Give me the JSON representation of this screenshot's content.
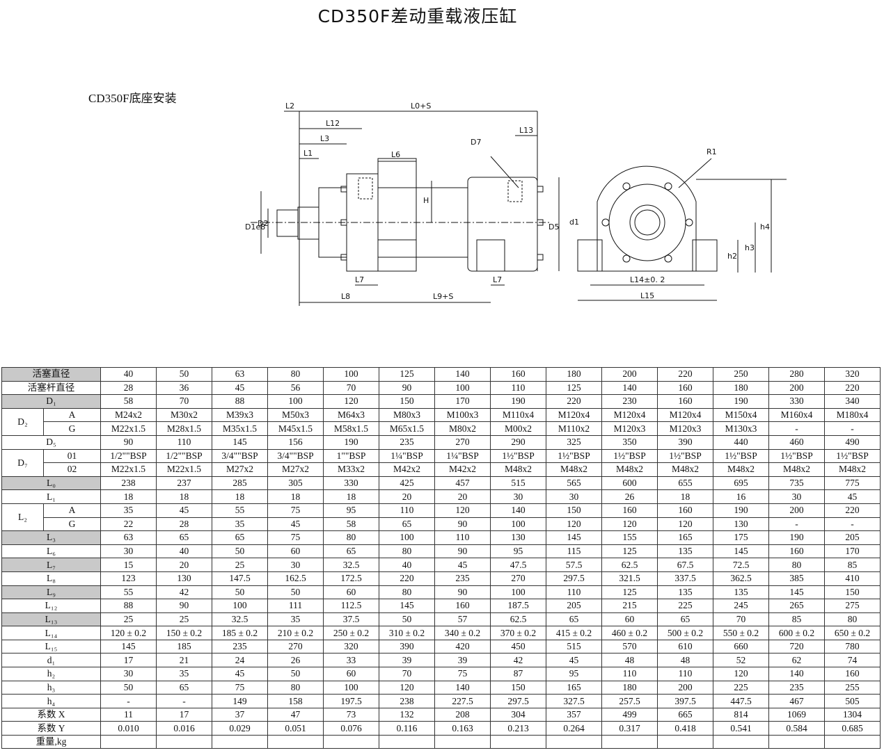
{
  "title": "CD350F差动重载液压缸",
  "subtitle": "CD350F底座安装",
  "drawing": {
    "labels": {
      "L2": "L2",
      "L0S": "L0+S",
      "L12": "L12",
      "L13": "L13",
      "L3": "L3",
      "L1": "L1",
      "L6": "L6",
      "D7": "D7",
      "R1": "R1",
      "H": "H",
      "D1e8": "D1e8",
      "D2": "D2",
      "D5": "D5",
      "d1": "d1",
      "h4": "h4",
      "h3": "h3",
      "h2": "h2",
      "L7a": "L7",
      "L7b": "L7",
      "L8": "L8",
      "L9S": "L9+S",
      "L14": "L14±0. 2",
      "L15": "L15"
    }
  },
  "columns": [
    "40",
    "50",
    "63",
    "80",
    "100",
    "125",
    "140",
    "160",
    "180",
    "200",
    "220",
    "250",
    "280",
    "320"
  ],
  "rows": [
    {
      "label": "活塞直径",
      "sub": "",
      "shade": true,
      "values": [
        "40",
        "50",
        "63",
        "80",
        "100",
        "125",
        "140",
        "160",
        "180",
        "200",
        "220",
        "250",
        "280",
        "320"
      ]
    },
    {
      "label": "活塞杆直径",
      "sub": "",
      "shade": false,
      "values": [
        "28",
        "36",
        "45",
        "56",
        "70",
        "90",
        "100",
        "110",
        "125",
        "140",
        "160",
        "180",
        "200",
        "220"
      ]
    },
    {
      "label": "D₁",
      "sub": "",
      "shade": true,
      "values": [
        "58",
        "70",
        "88",
        "100",
        "120",
        "150",
        "170",
        "190",
        "220",
        "230",
        "160",
        "190",
        "330",
        "340"
      ]
    },
    {
      "label": "D₂",
      "sub": "A",
      "shade": false,
      "values": [
        "M24x2",
        "M30x2",
        "M39x3",
        "M50x3",
        "M64x3",
        "M80x3",
        "M100x3",
        "M110x4",
        "M120x4",
        "M120x4",
        "M120x4",
        "M150x4",
        "M160x4",
        "M180x4"
      ]
    },
    {
      "label": "",
      "sub": "G",
      "shade": false,
      "values": [
        "M22x1.5",
        "M28x1.5",
        "M35x1.5",
        "M45x1.5",
        "M58x1.5",
        "M65x1.5",
        "M80x2",
        "M00x2",
        "M110x2",
        "M120x3",
        "M120x3",
        "M130x3",
        "-",
        "-"
      ]
    },
    {
      "label": "D₅",
      "sub": "",
      "shade": false,
      "values": [
        "90",
        "110",
        "145",
        "156",
        "190",
        "235",
        "270",
        "290",
        "325",
        "350",
        "390",
        "440",
        "460",
        "490"
      ]
    },
    {
      "label": "D₇",
      "sub": "01",
      "shade": false,
      "values": [
        "1/2\"\"BSP",
        "1/2\"\"BSP",
        "3/4\"\"BSP",
        "3/4\"\"BSP",
        "1\"\"BSP",
        "1¼\"BSP",
        "1¼\"BSP",
        "1½\"BSP",
        "1½\"BSP",
        "1½\"BSP",
        "1½\"BSP",
        "1½\"BSP",
        "1½\"BSP",
        "1½\"BSP"
      ]
    },
    {
      "label": "",
      "sub": "02",
      "shade": false,
      "values": [
        "M22x1.5",
        "M22x1.5",
        "M27x2",
        "M27x2",
        "M33x2",
        "M42x2",
        "M42x2",
        "M48x2",
        "M48x2",
        "M48x2",
        "M48x2",
        "M48x2",
        "M48x2",
        "M48x2"
      ]
    },
    {
      "label": "L₀",
      "sub": "",
      "shade": true,
      "values": [
        "238",
        "237",
        "285",
        "305",
        "330",
        "425",
        "457",
        "515",
        "565",
        "600",
        "655",
        "695",
        "735",
        "775"
      ]
    },
    {
      "label": "L₁",
      "sub": "",
      "shade": false,
      "values": [
        "18",
        "18",
        "18",
        "18",
        "18",
        "20",
        "20",
        "30",
        "30",
        "26",
        "18",
        "16",
        "30",
        "45"
      ]
    },
    {
      "label": "L₂",
      "sub": "A",
      "shade": false,
      "values": [
        "35",
        "45",
        "55",
        "75",
        "95",
        "110",
        "120",
        "140",
        "150",
        "160",
        "160",
        "190",
        "200",
        "220"
      ]
    },
    {
      "label": "",
      "sub": "G",
      "shade": false,
      "values": [
        "22",
        "28",
        "35",
        "45",
        "58",
        "65",
        "90",
        "100",
        "120",
        "120",
        "120",
        "130",
        "-",
        "-"
      ]
    },
    {
      "label": "L₃",
      "sub": "",
      "shade": true,
      "values": [
        "63",
        "65",
        "65",
        "75",
        "80",
        "100",
        "110",
        "130",
        "145",
        "155",
        "165",
        "175",
        "190",
        "205"
      ]
    },
    {
      "label": "L₆",
      "sub": "",
      "shade": false,
      "values": [
        "30",
        "40",
        "50",
        "60",
        "65",
        "80",
        "90",
        "95",
        "115",
        "125",
        "135",
        "145",
        "160",
        "170"
      ]
    },
    {
      "label": "L₇",
      "sub": "",
      "shade": true,
      "values": [
        "15",
        "20",
        "25",
        "30",
        "32.5",
        "40",
        "45",
        "47.5",
        "57.5",
        "62.5",
        "67.5",
        "72.5",
        "80",
        "85"
      ]
    },
    {
      "label": "L₈",
      "sub": "",
      "shade": false,
      "values": [
        "123",
        "130",
        "147.5",
        "162.5",
        "172.5",
        "220",
        "235",
        "270",
        "297.5",
        "321.5",
        "337.5",
        "362.5",
        "385",
        "410"
      ]
    },
    {
      "label": "L₉",
      "sub": "",
      "shade": true,
      "values": [
        "55",
        "42",
        "50",
        "50",
        "60",
        "80",
        "90",
        "100",
        "110",
        "125",
        "135",
        "135",
        "145",
        "150"
      ]
    },
    {
      "label": "L₁₂",
      "sub": "",
      "shade": false,
      "values": [
        "88",
        "90",
        "100",
        "111",
        "112.5",
        "145",
        "160",
        "187.5",
        "205",
        "215",
        "225",
        "245",
        "265",
        "275"
      ]
    },
    {
      "label": "L₁₃",
      "sub": "",
      "shade": true,
      "values": [
        "25",
        "25",
        "32.5",
        "35",
        "37.5",
        "50",
        "57",
        "62.5",
        "65",
        "60",
        "65",
        "70",
        "85",
        "80"
      ]
    },
    {
      "label": "L₁₄",
      "sub": "",
      "shade": false,
      "values": [
        "120 ± 0.2",
        "150 ± 0.2",
        "185 ± 0.2",
        "210 ± 0.2",
        "250 ± 0.2",
        "310 ± 0.2",
        "340 ± 0.2",
        "370 ± 0.2",
        "415 ± 0.2",
        "460 ± 0.2",
        "500 ± 0.2",
        "550 ± 0.2",
        "600 ± 0.2",
        "650 ± 0.2"
      ]
    },
    {
      "label": "L₁₅",
      "sub": "",
      "shade": false,
      "values": [
        "145",
        "185",
        "235",
        "270",
        "320",
        "390",
        "420",
        "450",
        "515",
        "570",
        "610",
        "660",
        "720",
        "780"
      ]
    },
    {
      "label": "d₁",
      "sub": "",
      "shade": false,
      "values": [
        "17",
        "21",
        "24",
        "26",
        "33",
        "39",
        "39",
        "42",
        "45",
        "48",
        "48",
        "52",
        "62",
        "74"
      ]
    },
    {
      "label": "h₂",
      "sub": "",
      "shade": false,
      "values": [
        "30",
        "35",
        "45",
        "50",
        "60",
        "70",
        "75",
        "87",
        "95",
        "110",
        "110",
        "120",
        "140",
        "160"
      ]
    },
    {
      "label": "h₃",
      "sub": "",
      "shade": false,
      "values": [
        "50",
        "65",
        "75",
        "80",
        "100",
        "120",
        "140",
        "150",
        "165",
        "180",
        "200",
        "225",
        "235",
        "255"
      ]
    },
    {
      "label": "h₄",
      "sub": "",
      "shade": false,
      "values": [
        "-",
        "-",
        "149",
        "158",
        "197.5",
        "238",
        "227.5",
        "297.5",
        "327.5",
        "257.5",
        "397.5",
        "447.5",
        "467",
        "505"
      ]
    },
    {
      "label": "系数 X",
      "sub": "",
      "shade": false,
      "values": [
        "11",
        "17",
        "37",
        "47",
        "73",
        "132",
        "208",
        "304",
        "357",
        "499",
        "665",
        "814",
        "1069",
        "1304"
      ]
    },
    {
      "label": "系数 Y",
      "sub": "",
      "shade": false,
      "values": [
        "0.010",
        "0.016",
        "0.029",
        "0.051",
        "0.076",
        "0.116",
        "0.163",
        "0.213",
        "0.264",
        "0.317",
        "0.418",
        "0.541",
        "0.584",
        "0.685"
      ]
    },
    {
      "label": "重量,kg",
      "sub": "",
      "shade": false,
      "values": [
        "",
        "",
        "",
        "",
        "",
        "",
        "",
        "",
        "",
        "",
        "",
        "",
        "",
        ""
      ]
    }
  ]
}
